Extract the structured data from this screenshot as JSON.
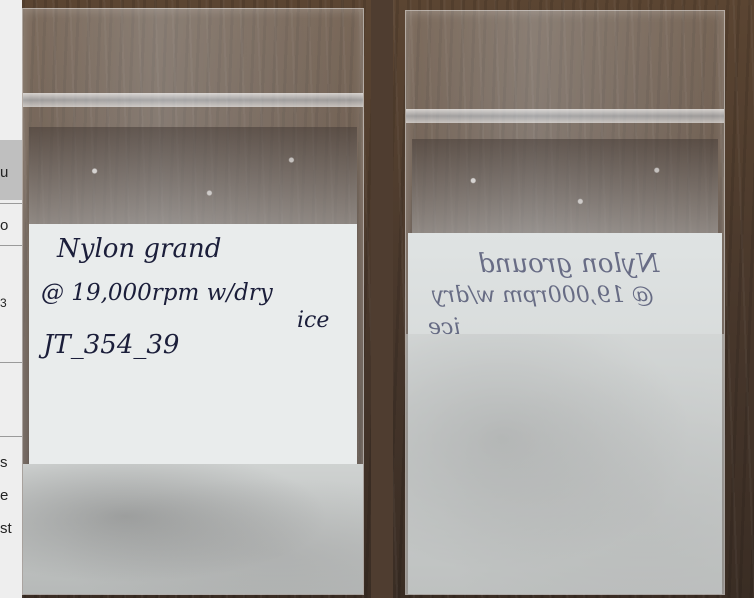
{
  "left_bag": {
    "label_line1": "Nylon grand",
    "label_line2": "@ 19,000rpm w/dry",
    "label_line3": "ice",
    "label_line4": "JT_354_39"
  },
  "right_bag": {
    "label_line1": "Nylon ground",
    "label_line2": "@ 19,000rpm w/dry",
    "label_line3": "ice"
  },
  "background_doc": {
    "fragments": [
      "u",
      "o",
      "3",
      "s",
      "e",
      "st"
    ]
  },
  "colors": {
    "ink": "#1b1e3a",
    "label": "#e9ecec",
    "powder": "#c8cbca",
    "wood": "#4a3a2c"
  }
}
